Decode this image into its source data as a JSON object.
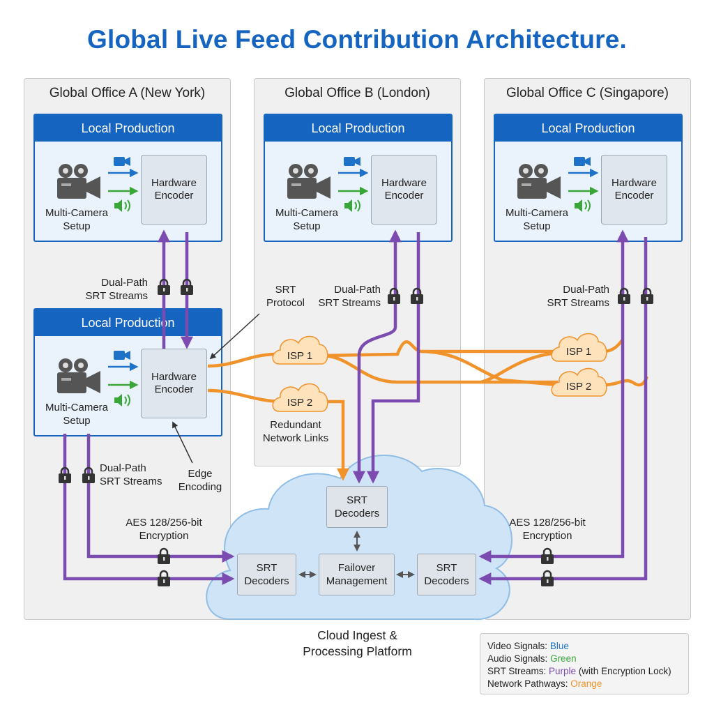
{
  "title": "Global Live Feed Contribution Architecture.",
  "offices": [
    {
      "name": "Global Office A (New York)"
    },
    {
      "name": "Global Office B (London)"
    },
    {
      "name": "Global Office C (Singapore)"
    }
  ],
  "production": {
    "header": "Local Production",
    "encoder_line1": "Hardware",
    "encoder_line2": "Encoder",
    "camera_line1": "Multi-Camera",
    "camera_line2": "Setup"
  },
  "labels": {
    "dual_path_1": "Dual-Path",
    "dual_path_2": "SRT Streams",
    "srt_protocol_1": "SRT",
    "srt_protocol_2": "Protocol",
    "redundant_1": "Redundant",
    "redundant_2": "Network Links",
    "edge_1": "Edge",
    "edge_2": "Encoding",
    "aes_1": "AES 128/256-bit",
    "aes_2": "Encryption",
    "cloud_1": "Cloud Ingest &",
    "cloud_2": "Processing Platform"
  },
  "isp": {
    "isp1": "ISP 1",
    "isp2": "ISP 2"
  },
  "cloud_nodes": {
    "decoders_line1": "SRT",
    "decoders_line2": "Decoders",
    "failover_line1": "Failover",
    "failover_line2": "Management"
  },
  "legend": {
    "video_label": "Video Signals: ",
    "video_color_name": "Blue",
    "audio_label": "Audio Signals: ",
    "audio_color_name": "Green",
    "srt_label": "SRT Streams: ",
    "srt_color_name": "Purple",
    "srt_suffix": " (with Encryption Lock)",
    "network_label": "Network Pathways: ",
    "network_color_name": "Orange"
  },
  "colors": {
    "title": "#1565c0",
    "video": "#1e73c8",
    "audio": "#3aa63a",
    "srt": "#7b4bb0",
    "network": "#f0932b",
    "cloud": "#cfe5f7"
  },
  "icons": [
    "camera-icon",
    "video-icon",
    "speaker-icon",
    "lock-icon",
    "cloud-icon"
  ]
}
